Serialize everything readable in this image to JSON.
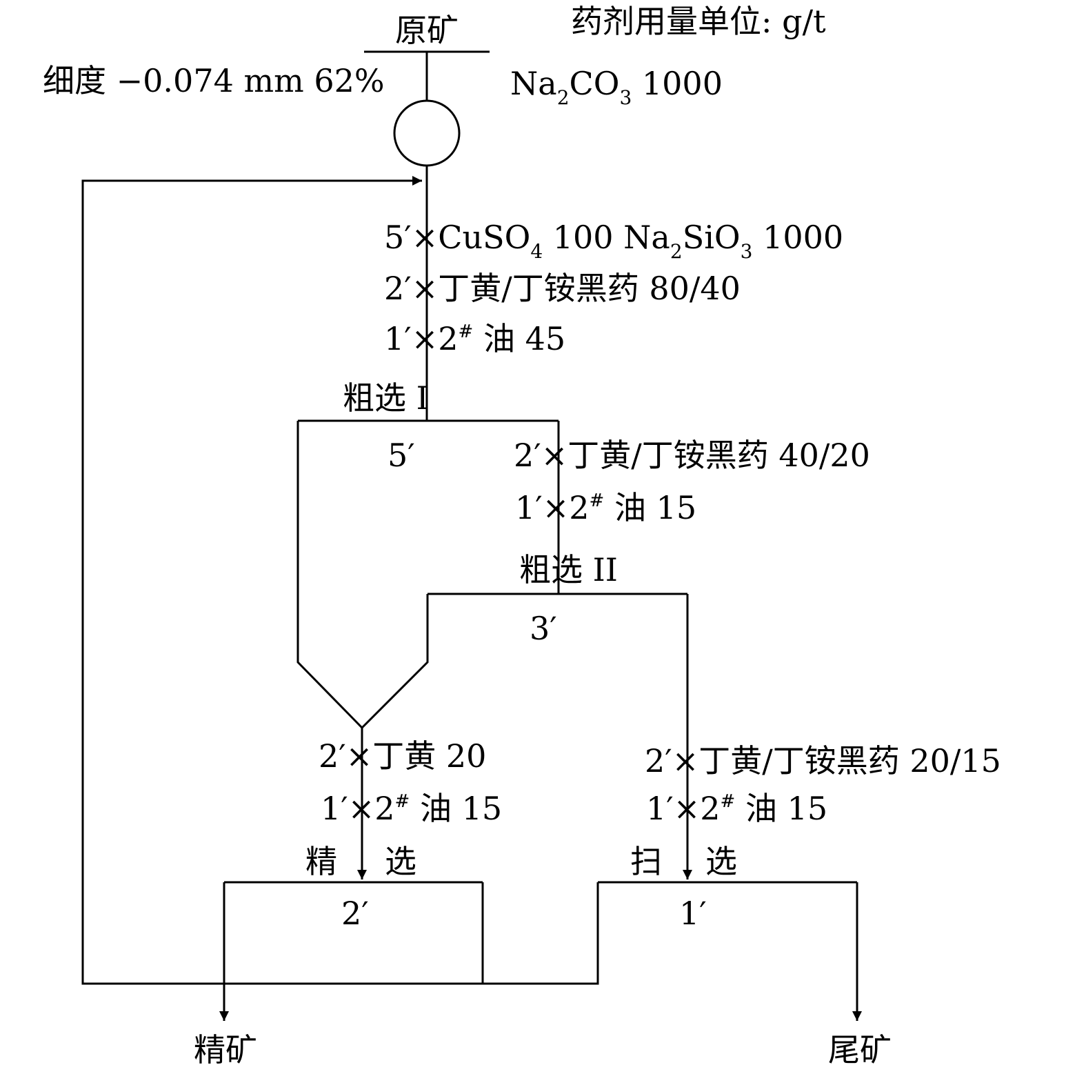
{
  "header": {
    "feed": "原矿",
    "reagent_unit": "药剂用量单位: g/t",
    "fineness": "细度 −0.074 mm 62%",
    "grinding_reagent": {
      "name": "Na",
      "sub1": "2",
      "mid": "CO",
      "sub2": "3",
      "dose": " 1000"
    }
  },
  "rougher1": {
    "label": "粗选 I",
    "time": "5′",
    "reagents": {
      "line1": {
        "time": "5′",
        "a": "CuSO",
        "a_sub": "4",
        "b": " 100 Na",
        "b_sub": "2",
        "c": "SiO",
        "c_sub": "3",
        "d": " 1000"
      },
      "line2": {
        "time": "2′",
        "text": "丁黄/丁铵黑药 80/40"
      },
      "line3": {
        "time": "1′",
        "num": "2",
        "sup": "#",
        "text": " 油 45"
      }
    }
  },
  "rougher2": {
    "label": "粗选 II",
    "time": "3′",
    "reagents": {
      "line1": {
        "time": "2′",
        "text": "丁黄/丁铵黑药 40/20"
      },
      "line2": {
        "time": "1′",
        "num": "2",
        "sup": "#",
        "text": " 油 15"
      }
    }
  },
  "cleaner": {
    "label_a": "精",
    "label_b": "选",
    "time": "2′",
    "reagents": {
      "line1": {
        "time": "2′",
        "text": "丁黄 20"
      },
      "line2": {
        "time": "1′",
        "num": "2",
        "sup": "#",
        "text": " 油 15"
      }
    }
  },
  "scavenger": {
    "label_a": "扫",
    "label_b": "选",
    "time": "1′",
    "reagents": {
      "line1": {
        "time": "2′",
        "text": "丁黄/丁铵黑药 20/15"
      },
      "line2": {
        "time": "1′",
        "num": "2",
        "sup": "#",
        "text": " 油 15"
      }
    }
  },
  "products": {
    "concentrate": "精矿",
    "tailings": "尾矿"
  },
  "times_sign": "×"
}
